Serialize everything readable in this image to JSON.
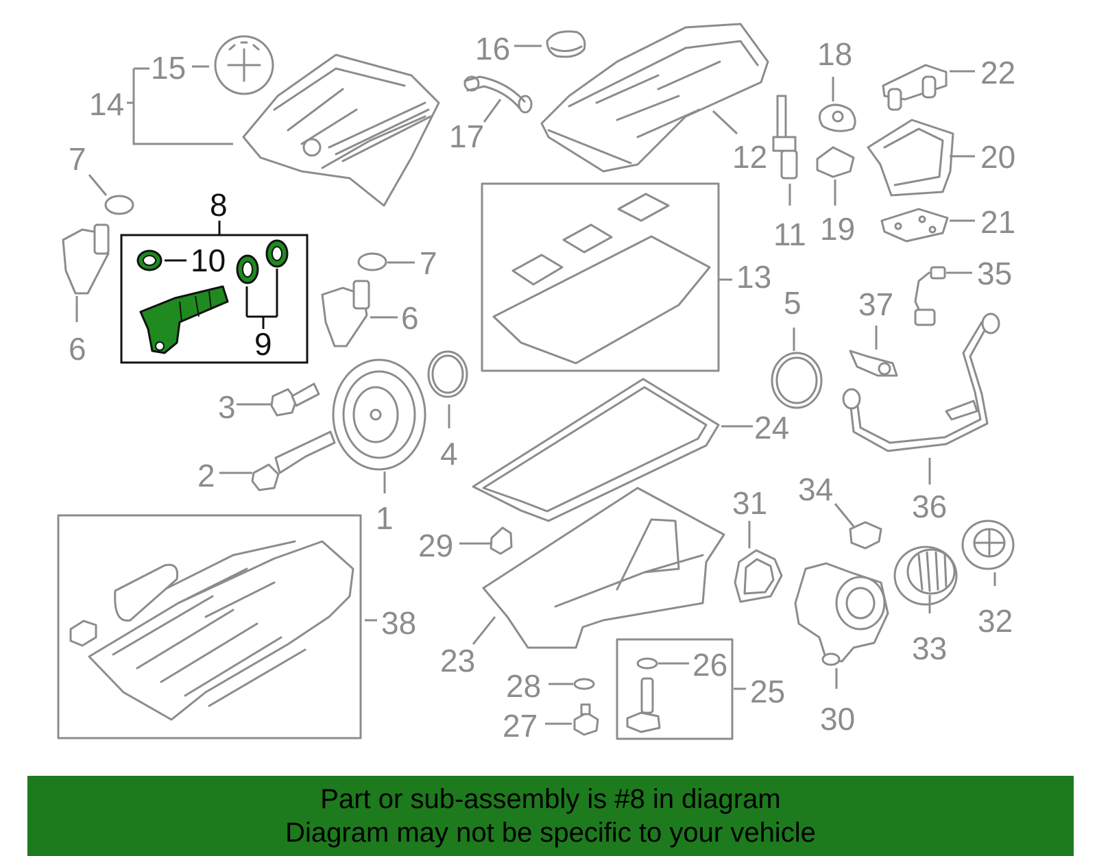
{
  "diagram": {
    "highlight_color": "#1f8a1f",
    "line_color": "#8c8c8c",
    "highlight_label_color": "#111111",
    "callouts": {
      "c1": "1",
      "c2": "2",
      "c3": "3",
      "c4": "4",
      "c5": "5",
      "c6a": "6",
      "c6b": "6",
      "c7a": "7",
      "c7b": "7",
      "c8": "8",
      "c9": "9",
      "c10": "10",
      "c11": "11",
      "c12": "12",
      "c13": "13",
      "c14": "14",
      "c15": "15",
      "c16": "16",
      "c17": "17",
      "c18": "18",
      "c19": "19",
      "c20": "20",
      "c21": "21",
      "c22": "22",
      "c23": "23",
      "c24": "24",
      "c25": "25",
      "c26": "26",
      "c27": "27",
      "c28": "28",
      "c29": "29",
      "c30": "30",
      "c31": "31",
      "c32": "32",
      "c33": "33",
      "c34": "34",
      "c35": "35",
      "c36": "36",
      "c37": "37",
      "c38": "38"
    }
  },
  "banner": {
    "background": "#1d7a1d",
    "line1": "Part or sub-assembly is #8 in diagram",
    "line2": "Diagram may not be specific to your vehicle"
  }
}
